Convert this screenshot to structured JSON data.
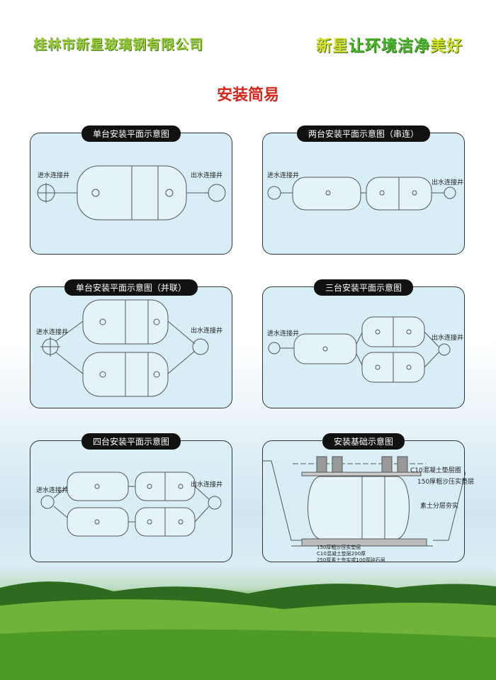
{
  "header": {
    "company": "桂林市新星玻璃钢有限公司",
    "slogan_parts": [
      "新星",
      "让环境洁净",
      "美好"
    ]
  },
  "title": "安装简易",
  "panels": [
    {
      "title": "单台安装平面示意图",
      "inlet": "进水连接井",
      "outlet": "出水连接井"
    },
    {
      "title": "两台安装平面示意图（串连）",
      "inlet": "进水连接井",
      "outlet": "出水连接井"
    },
    {
      "title": "单台安装平面示意图（并联）",
      "inlet": "进水连接井",
      "outlet": "出水连接井"
    },
    {
      "title": "三台安装平面示意图",
      "inlet": "进水连接井",
      "outlet": "出水连接井"
    },
    {
      "title": "四台安装平面示意图",
      "inlet": "进水连接井",
      "outlet": "出水连接井"
    },
    {
      "title": "安装基础示意图",
      "labels": [
        "C10混凝土垫层圈",
        "150厚粗沙压实垫层",
        "素土分层夯实",
        "150厚粗沙压实垫层",
        "C10混凝土垫层200厚",
        "250厚素土夯实或100厚碎石层"
      ]
    }
  ]
}
